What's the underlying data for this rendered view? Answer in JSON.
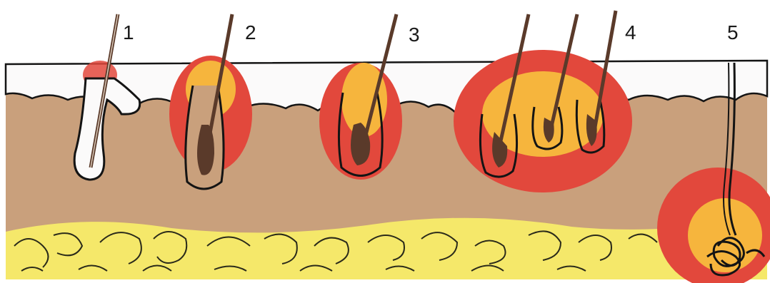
{
  "labels": [
    "1",
    "2",
    "3",
    "4",
    "5"
  ],
  "colors": {
    "dermis": "#c9a07c",
    "epidermis": "#fbfafa",
    "fat": "#f5e86a",
    "fat_outline": "#2a2a1a",
    "inflammation_outer": "#e2483c",
    "inflammation_inner": "#f6b53d",
    "hair": "#5a3a2a",
    "outline": "#141414"
  }
}
